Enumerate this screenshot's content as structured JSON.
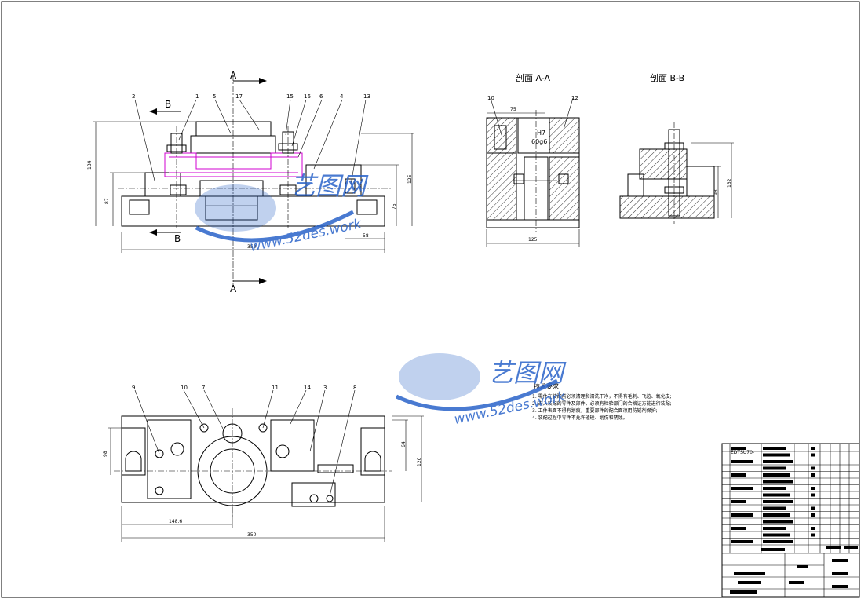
{
  "views": {
    "main": {
      "section_arrow_a": "A",
      "section_arrow_b": "B",
      "part_labels": [
        "2",
        "1",
        "5",
        "17",
        "15",
        "16",
        "6",
        "4",
        "13"
      ],
      "dims": {
        "overall_width": "350",
        "height_total": "134",
        "height_left": "87",
        "height_right": "125",
        "height_base": "75",
        "base_right": "58"
      }
    },
    "section_aa": {
      "title": "剖面 A-A",
      "fit_top": "H7",
      "fit_bottom": "60g6",
      "part_labels": [
        "10",
        "12"
      ],
      "dims": {
        "top_w": "75",
        "bottom_w": "125"
      }
    },
    "section_bb": {
      "title": "剖面 B-B",
      "dims": {
        "h_left": "98",
        "h_right": "132"
      }
    },
    "top_view": {
      "part_labels": [
        "9",
        "10",
        "7",
        "11",
        "14",
        "3",
        "8"
      ],
      "dims": {
        "overall": "350",
        "half": "148.6",
        "h_left": "98",
        "h_mid": "64",
        "h_right": "120"
      }
    }
  },
  "tech_requirements": {
    "title": "技术要求",
    "items": [
      "1. 零件在装配前必须清理和清洗干净，不得有毛刺、飞边、氧化皮;",
      "2. 进入装配的零件及部件，必须有检验部门的合格证方能进行装配;",
      "3. 工件表面不得有划痕，重要部件的配合面须用防锈剂保护;",
      "4. 装配过程中零件不允许磕碰、划伤和锈蚀。"
    ]
  },
  "title_block": {
    "top_code": "EDTSU70-"
  },
  "watermark": {
    "brand": "艺图网",
    "url": "www.52des.work"
  },
  "colors": {
    "line": "#000000",
    "highlight": "#d000d0",
    "watermark": "#2a63c9"
  }
}
